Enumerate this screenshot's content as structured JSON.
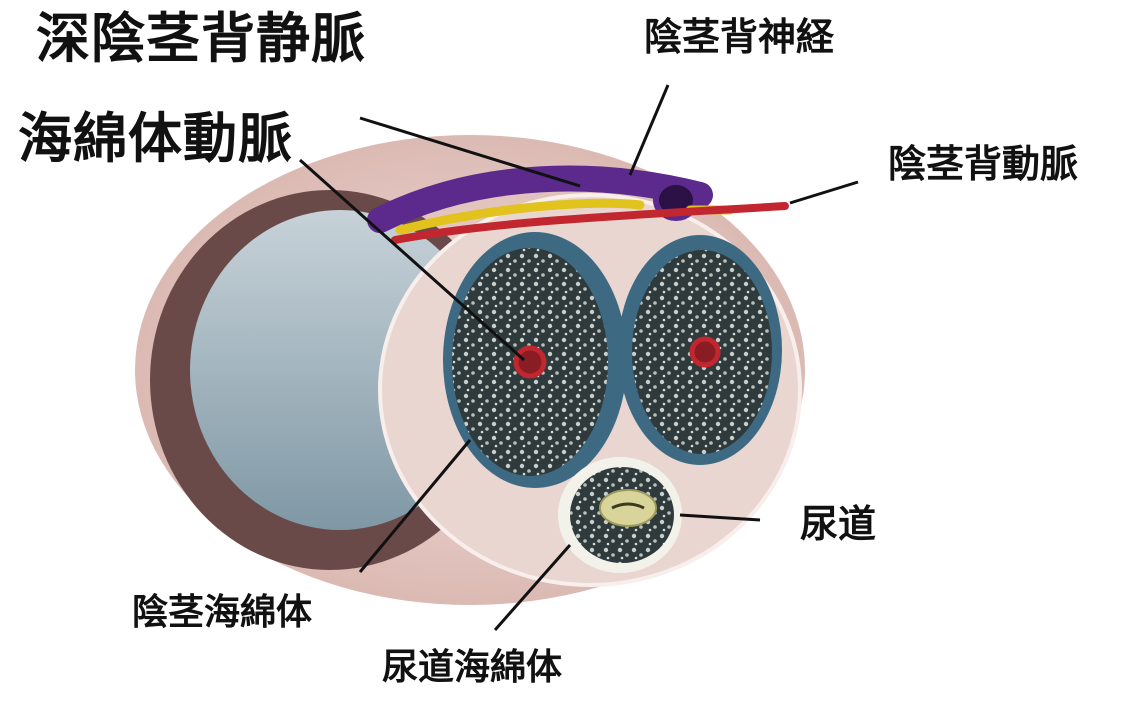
{
  "labels": {
    "deep_dorsal_vein": "深陰茎背静脈",
    "cavernous_artery": "海綿体動脈",
    "dorsal_nerve": "陰茎背神経",
    "dorsal_artery": "陰茎背動脈",
    "urethra": "尿道",
    "corpus_cavernosum": "陰茎海綿体",
    "corpus_spongiosum": "尿道海綿体"
  },
  "colors": {
    "skin": "#e8c9c4",
    "tunica": "#4a7a93",
    "spongy": "#2f3a3c",
    "vein": "#5b2a8c",
    "artery": "#c2262e",
    "nerve": "#e2c21c",
    "urethra_lining": "#d9d59a"
  }
}
